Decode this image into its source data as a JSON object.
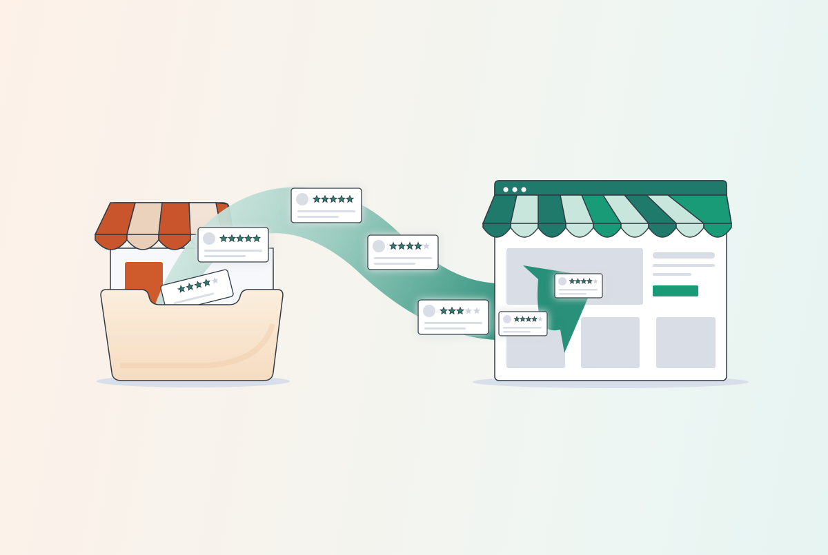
{
  "colors": {
    "outline": "#2f3a45",
    "brand_dark": "#1f7a6c",
    "brand_accent": "#1a9b78",
    "brand_light": "#c9e6dd",
    "shop_orange": "#c8552c",
    "shop_cream": "#ecd2bb",
    "basket": "#f9e5d0",
    "placeholder": "#d9dde6",
    "star_fill": "#2f7d6d",
    "star_empty": "#cfd4dc"
  },
  "icons": {
    "star": "star-icon",
    "window_dot": "window-dot-icon"
  },
  "review_cards": [
    {
      "name": "review-card-basket",
      "rating": 4,
      "stars": 5
    },
    {
      "name": "review-card-storefront",
      "rating": 5,
      "stars": 5
    },
    {
      "name": "review-card-top",
      "rating": 5,
      "stars": 5
    },
    {
      "name": "review-card-middle",
      "rating": 4,
      "stars": 5
    },
    {
      "name": "review-card-lower",
      "rating": 3,
      "stars": 5
    },
    {
      "name": "review-card-small",
      "rating": 4,
      "stars": 5
    },
    {
      "name": "review-card-website",
      "rating": 4,
      "stars": 5
    }
  ]
}
